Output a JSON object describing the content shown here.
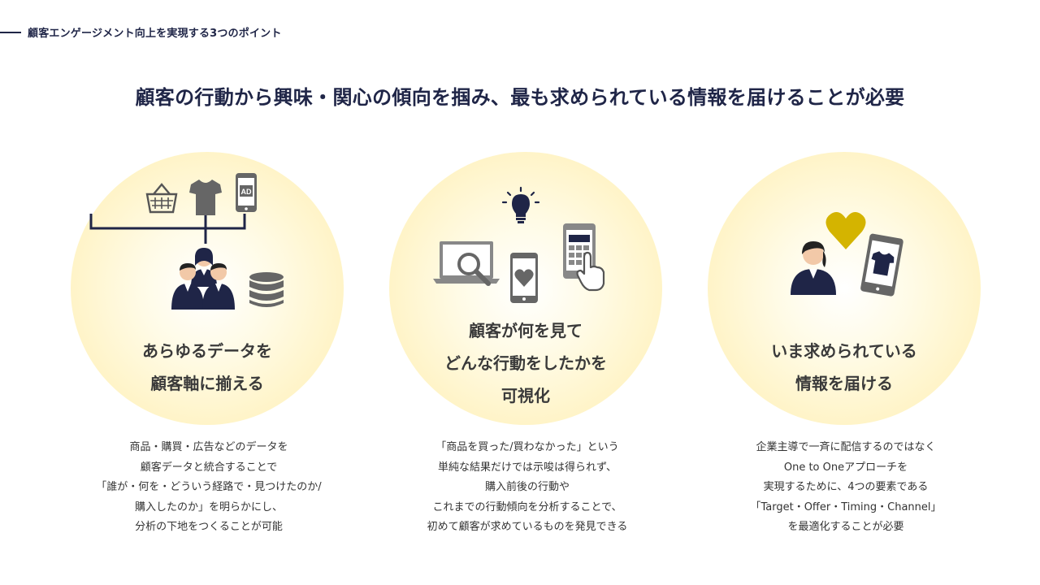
{
  "header": {
    "title": "顧客エンゲージメント向上を実現する3つのポイント"
  },
  "headline": "顧客の行動から興味・関心の傾向を掴み、最も求められている情報を届けることが必要",
  "points": [
    {
      "title_lines": [
        "あらゆるデータを",
        "顧客軸に揃える"
      ],
      "icons": [
        "basket-icon",
        "tshirt-icon",
        "ad-phone-icon",
        "customers-icon",
        "database-icon"
      ],
      "ad_label": "AD",
      "desc_lines": [
        "商品・購買・広告などのデータを",
        "顧客データと統合することで",
        "「誰が・何を・どういう経路で・見つけたのか/",
        "購入したのか」を明らかにし、",
        "分析の下地をつくることが可能"
      ]
    },
    {
      "title_lines": [
        "顧客が何を見て",
        "どんな行動をしたかを",
        "可視化"
      ],
      "icons": [
        "lightbulb-icon",
        "laptop-search-icon",
        "phone-heart-icon",
        "phone-tap-icon"
      ],
      "desc_lines": [
        "「商品を買った/買わなかった」という",
        "単純な結果だけでは示唆は得られず、",
        "購入前後の行動や",
        "これまでの行動傾向を分析することで、",
        "初めて顧客が求めているものを発見できる"
      ]
    },
    {
      "title_lines": [
        "いま求められている",
        "情報を届ける"
      ],
      "icons": [
        "person-icon",
        "heart-icon",
        "phone-tshirt-icon"
      ],
      "desc_lines": [
        "企業主導で一斉に配信するのではなく",
        "One to Oneアプローチを",
        "実現するために、4つの要素である",
        "「Target・Offer・Timing・Channel」",
        "を最適化することが必要"
      ]
    }
  ],
  "colors": {
    "navy": "#1f2547",
    "gold": "#d4b400",
    "gray": "#6b6b6b",
    "circle": "#fff3c4"
  }
}
